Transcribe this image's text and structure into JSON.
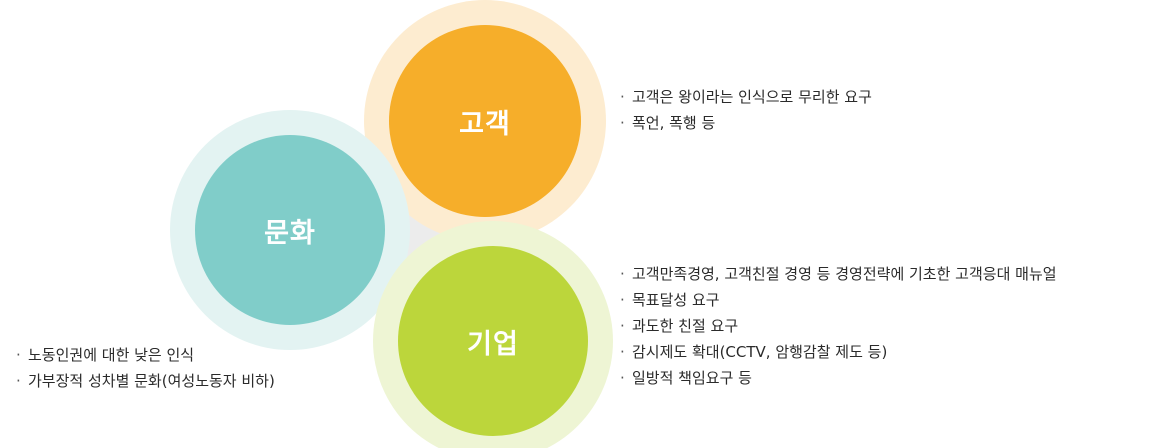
{
  "colors": {
    "customer": "#f6ae2a",
    "customer_halo": "#fdecd0",
    "culture": "#80cdc9",
    "culture_halo": "#e3f3f2",
    "company": "#bcd63b",
    "company_halo": "#eef5d4",
    "connector": "#ececec"
  },
  "nodes": {
    "customer": {
      "label": "고객"
    },
    "culture": {
      "label": "문화"
    },
    "company": {
      "label": "기업"
    }
  },
  "notes": {
    "customer": [
      "고객은 왕이라는 인식으로 무리한 요구",
      "폭언, 폭행 등"
    ],
    "company": [
      "고객만족경영, 고객친절 경영 등 경영전략에 기초한 고객응대 매뉴얼",
      "목표달성 요구",
      "과도한 친절 요구",
      "감시제도 확대(CCTV, 암행감찰 제도 등)",
      "일방적 책임요구 등"
    ],
    "culture": [
      "노동인권에 대한 낮은 인식",
      "가부장적 성차별 문화(여성노동자 비하)"
    ]
  }
}
